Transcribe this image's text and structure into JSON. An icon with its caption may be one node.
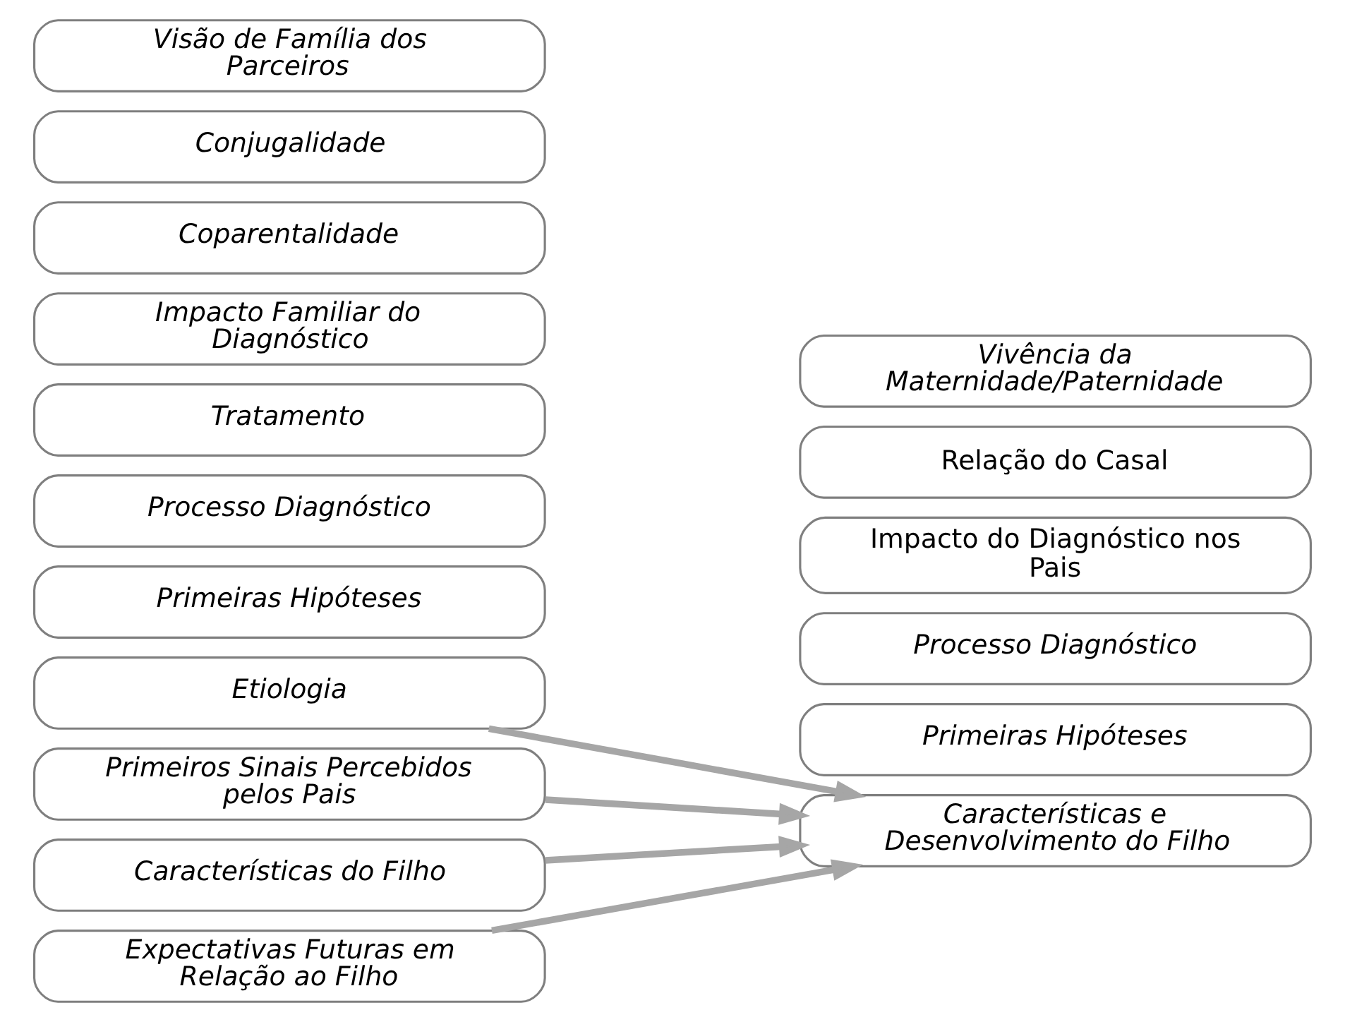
{
  "diagram": {
    "nodes": [
      {
        "text": [
          "Etiologia"
        ]
      },
      {
        "text": [
          "Primeiros Sinais Percebidos pelos Pais"
        ]
      },
      {
        "text": [
          "Primeiras Hipóteses"
        ]
      },
      {
        "text": [
          "Processo Diagnóstico"
        ]
      },
      {
        "text": [
          "Tratamento"
        ]
      },
      {
        "text": [
          "Impacto Familiar do Diagnóstico"
        ]
      },
      {
        "text": [
          "Características do Filho"
        ]
      },
      {
        "text": [
          "Expectativas Futuras em Relação ao Filho"
        ]
      },
      {
        "text": [
          "Coparentalidade"
        ]
      },
      {
        "text": [
          "Conjugalidade"
        ]
      },
      {
        "text": [
          "Visão de Família dos Parceiros"
        ]
      },
      {
        "text": [
          "Características e Desenvolvimento do Filho"
        ]
      },
      {
        "text": [
          "Primeiras Hipóteses"
        ]
      },
      {
        "text": [
          "Processo Diagnóstico"
        ]
      },
      {
        "text": [
          "Impacto do Diagnóstico nos Pais"
        ]
      },
      {
        "text": [
          "Relação do Casal"
        ]
      },
      {
        "text": [
          "Vivência da Maternidade/Paternidade"
        ]
      }
    ],
    "edges": [
      {
        "from": 0,
        "to": 11,
        "arrow": "to"
      },
      {
        "from": 1,
        "to": 11,
        "arrow": "to"
      },
      {
        "from": 6,
        "to": 11,
        "arrow": "to"
      },
      {
        "from": 7,
        "to": 11,
        "arrow": "to"
      }
    ]
  }
}
